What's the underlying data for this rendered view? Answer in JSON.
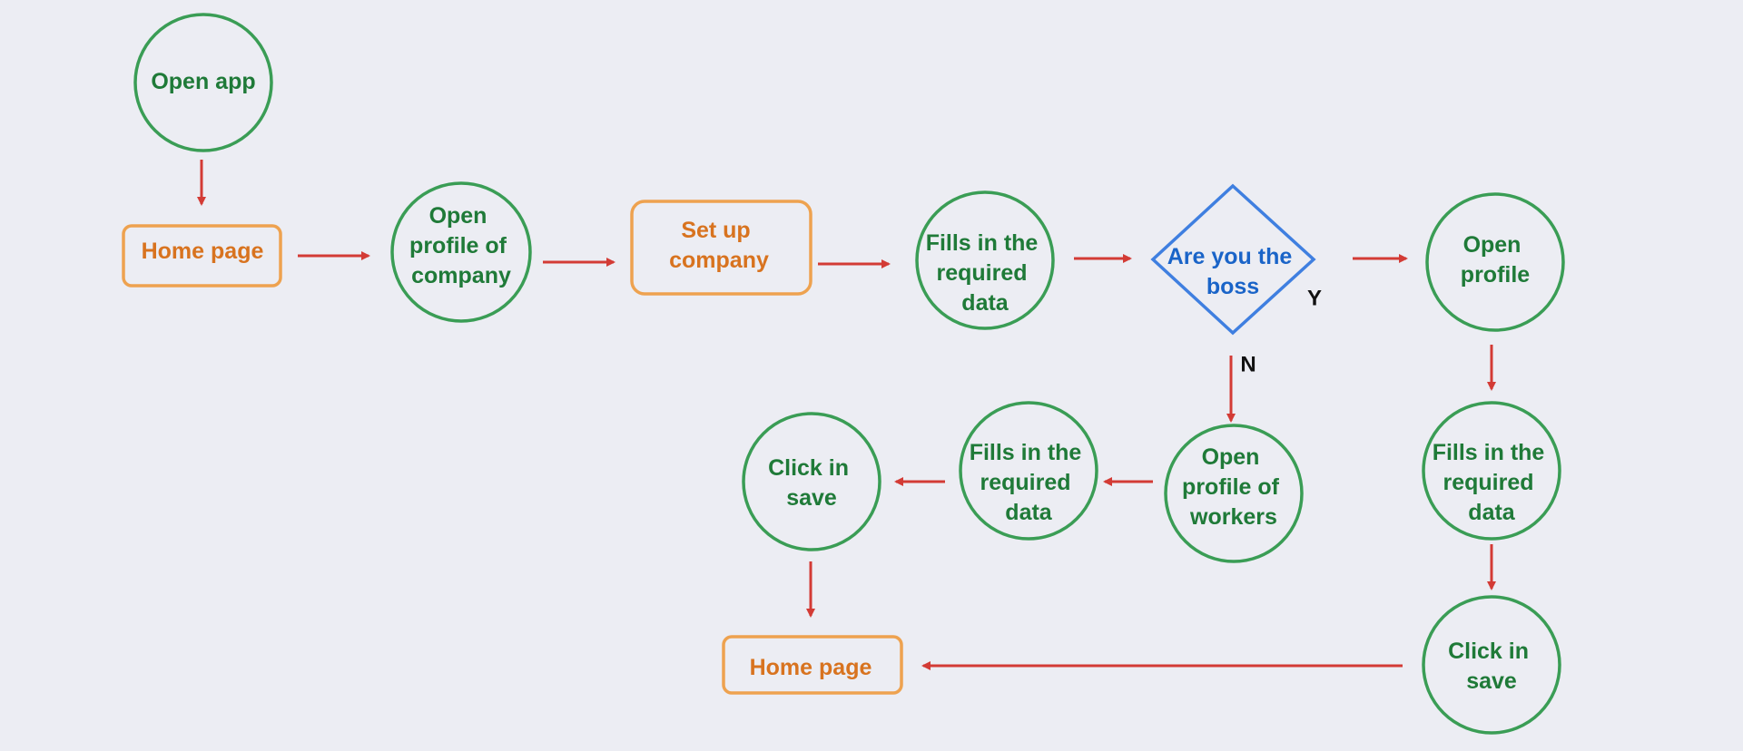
{
  "colors": {
    "background": "#ecedf3",
    "process_circle": "#3a9d55",
    "process_text": "#1f7a38",
    "page_box": "#eea24f",
    "page_text": "#d8731f",
    "decision": "#3f7fe0",
    "decision_text": "#1a64c8",
    "arrow": "#d33b35"
  },
  "nodes": {
    "open_app": {
      "lines": [
        "Open app"
      ]
    },
    "home_page_top": {
      "lines": [
        "Home page"
      ]
    },
    "open_profile_company": {
      "lines": [
        "Open",
        "profile of",
        "company"
      ]
    },
    "set_up_company": {
      "lines": [
        "Set up",
        "company"
      ]
    },
    "fills_data_1": {
      "lines": [
        "Fills in the",
        "required",
        "data"
      ]
    },
    "are_you_boss": {
      "lines": [
        "Are you the",
        "boss"
      ]
    },
    "open_profile": {
      "lines": [
        "Open",
        "profile"
      ]
    },
    "fills_data_yes": {
      "lines": [
        "Fills in the",
        "required",
        "data"
      ]
    },
    "click_save_yes": {
      "lines": [
        "Click in",
        "save"
      ]
    },
    "open_profile_workers": {
      "lines": [
        "Open",
        "profile of",
        "workers"
      ]
    },
    "fills_data_no": {
      "lines": [
        "Fills in the",
        "required",
        "data"
      ]
    },
    "click_save_no": {
      "lines": [
        "Click in",
        "save"
      ]
    },
    "home_page_bottom": {
      "lines": [
        "Home page"
      ]
    }
  },
  "branch_labels": {
    "yes": "Y",
    "no": "N"
  }
}
